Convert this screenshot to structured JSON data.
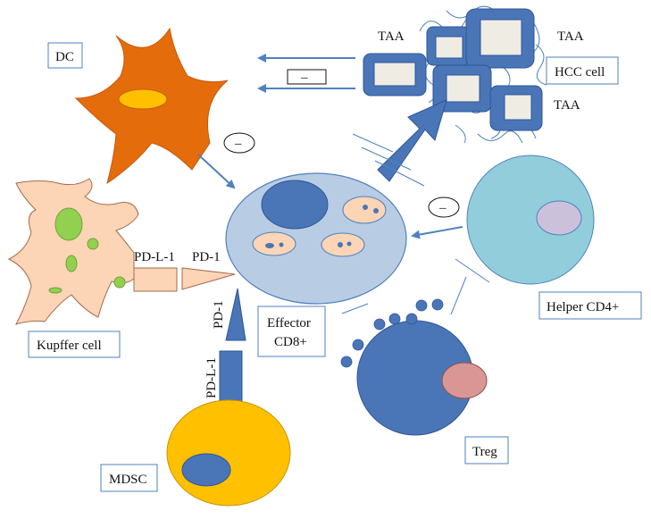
{
  "labels": {
    "dc": "DC",
    "hcc": "HCC cell",
    "taa": "TAA",
    "kupffer": "Kupffer cell",
    "pdl1": "PD-L-1",
    "pd1": "PD-1",
    "effector_line1": "Effector",
    "effector_line2": "CD8+",
    "helper": "Helper CD4+",
    "treg": "Treg",
    "mdsc": "MDSC",
    "minus": "–"
  },
  "colors": {
    "arrow_blue": "#4f81bd",
    "cell_blue_dark": "#4a76b8",
    "effector_fill": "#b8cce4",
    "dc_orange": "#e46c0a",
    "nucleus_yellow": "#ffc000",
    "kupffer_peach": "#fbd5b5",
    "kupffer_green": "#92d050",
    "helper_fill": "#92cddc",
    "helper_nucleus": "#ccc1da",
    "treg_nucleus": "#d99694",
    "mdsc_yellow": "#ffc000",
    "box_border": "#4f81bd"
  }
}
